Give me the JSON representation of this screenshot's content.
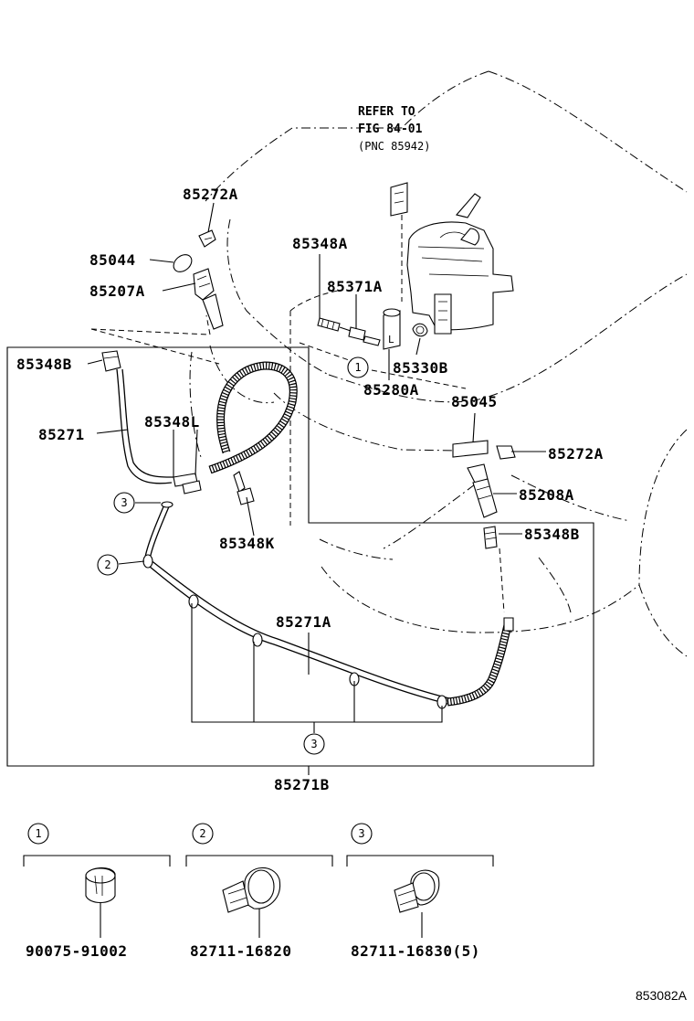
{
  "refer": {
    "line1": "REFER TO",
    "line2": "FIG 84-01",
    "line3": "(PNC 85942)"
  },
  "labels": {
    "p85272A_top": "85272A",
    "p85044": "85044",
    "p85207A": "85207A",
    "p85348A": "85348A",
    "p85371A": "85371A",
    "p85348B_left": "85348B",
    "p85330B": "85330B",
    "p85280A": "85280A",
    "p85045": "85045",
    "p85271": "85271",
    "p85348L": "85348L",
    "p85272A_right": "85272A",
    "p85208A": "85208A",
    "p85348K": "85348K",
    "p85348B_right": "85348B",
    "p85271A": "85271A",
    "p85271B": "85271B"
  },
  "callouts": {
    "c1": "1",
    "c2": "2",
    "c3": "3"
  },
  "legend": [
    {
      "num": "1",
      "part": "90075-91002"
    },
    {
      "num": "2",
      "part": "82711-16820"
    },
    {
      "num": "3",
      "part": "82711-16830(5)"
    }
  ],
  "figure_id": "853082A"
}
